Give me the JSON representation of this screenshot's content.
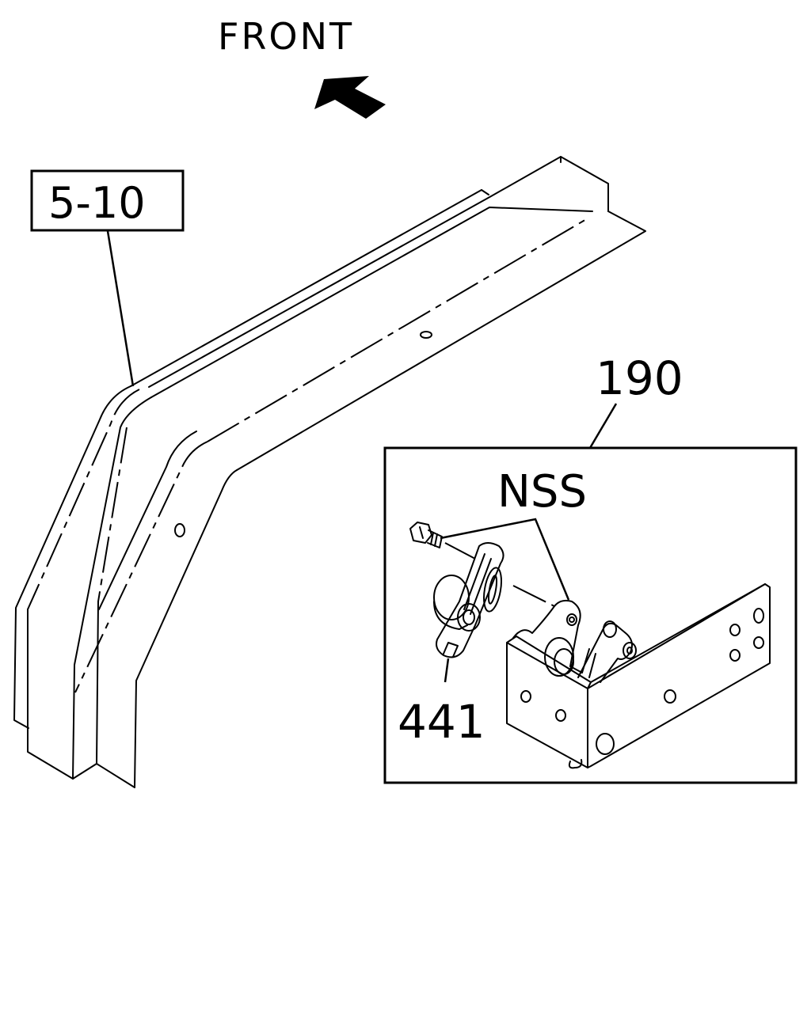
{
  "labels": {
    "direction": "FRONT",
    "frame_ref": "5-10",
    "assembly_ref": "190",
    "nss": "NSS",
    "part_ref": "441"
  },
  "icons": {
    "front_arrow": "front-arrow-icon"
  }
}
